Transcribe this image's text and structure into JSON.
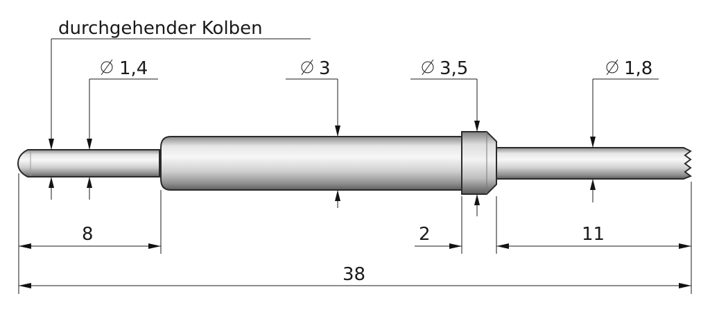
{
  "callouts": {
    "plunger_label": "durchgehender Kolben",
    "diameter_tip": "1,4",
    "diameter_barrel": "3",
    "diameter_collar": "3,5",
    "diameter_receptacle": "1,8"
  },
  "dimensions": {
    "tip_length": "8",
    "collar_width": "2",
    "receptacle_length": "11",
    "overall_length": "38"
  },
  "colors": {
    "metal_light": "#f4f4f4",
    "metal_mid": "#c8c8c8",
    "metal_dark": "#6e6e6e",
    "line": "#1a1a1a"
  }
}
